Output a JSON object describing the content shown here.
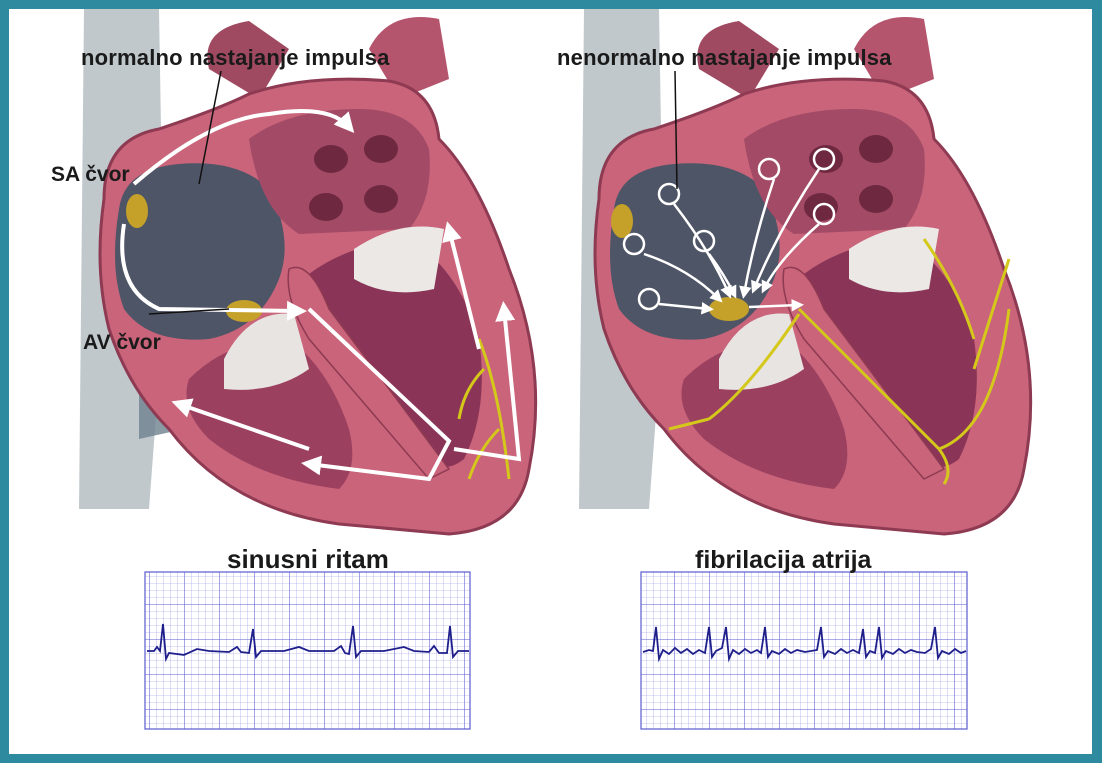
{
  "titles": {
    "normal": "normalno nastajanje impulsa",
    "abnormal": "nenormalno nastajanje impulsa"
  },
  "labels": {
    "sa_node": "SA čvor",
    "av_node": "AV čvor"
  },
  "ecg": {
    "left_title": "sinusni ritam",
    "right_title": "fibrilacija atrija"
  },
  "colors": {
    "frame": "#2e8a9e",
    "heart_wall": "#c65f72",
    "chamber_dark": "#4e5566",
    "conduction": "#d4c81a",
    "ecg_grid": "#6a6ad8",
    "ecg_trace": "#1f1f8c"
  }
}
